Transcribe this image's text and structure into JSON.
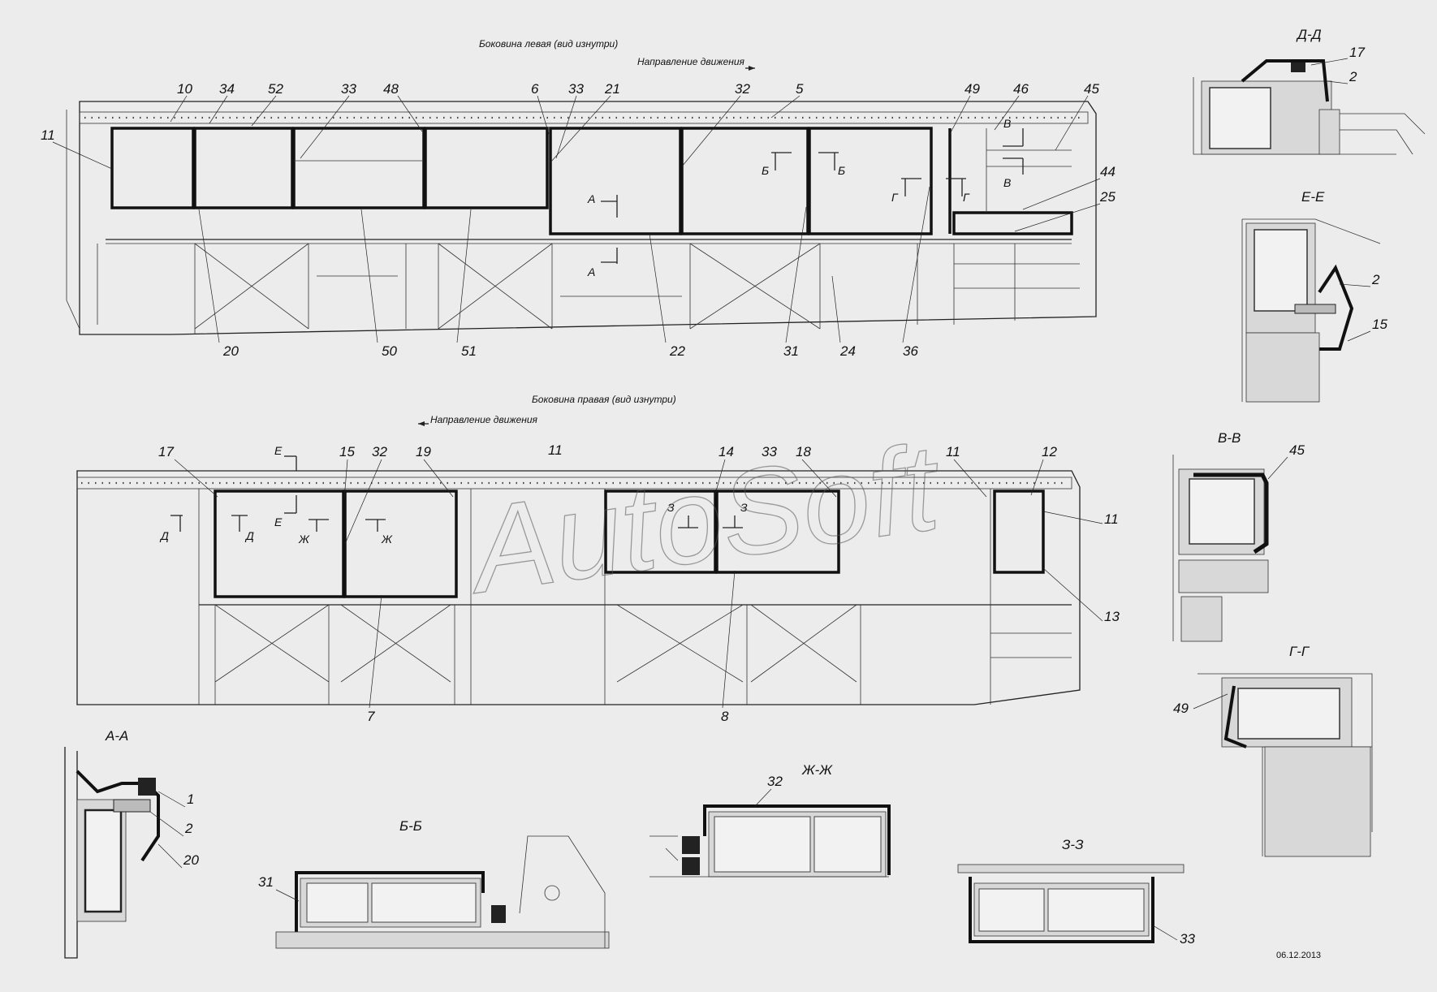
{
  "views": {
    "left_title": "Боковина левая (вид изнутри)",
    "right_title": "Боковина правая (вид изнутри)",
    "direction_label": "Направление движения"
  },
  "watermark": "AutoSoft",
  "date": "06.12.2013",
  "left_view_callouts": [
    "10",
    "34",
    "52",
    "33",
    "48",
    "6",
    "33",
    "21",
    "32",
    "5",
    "49",
    "46",
    "45",
    "11",
    "44",
    "25",
    "20",
    "50",
    "51",
    "22",
    "31",
    "24",
    "36"
  ],
  "right_view_callouts": [
    "17",
    "15",
    "32",
    "19",
    "11",
    "14",
    "33",
    "18",
    "11",
    "12",
    "11",
    "13",
    "7",
    "8"
  ],
  "section_marks": [
    "А",
    "А",
    "Б",
    "Б",
    "Г",
    "Г",
    "В",
    "В",
    "Д",
    "Д",
    "Е",
    "Е",
    "Ж",
    "Ж",
    "З",
    "З"
  ],
  "sections": [
    {
      "title": "А-А",
      "callouts": [
        "1",
        "2",
        "20"
      ]
    },
    {
      "title": "Б-Б",
      "callouts": [
        "31"
      ]
    },
    {
      "title": "Ж-Ж",
      "callouts": [
        "32"
      ]
    },
    {
      "title": "З-З",
      "callouts": [
        "33"
      ]
    },
    {
      "title": "Д-Д",
      "callouts": [
        "17",
        "2"
      ]
    },
    {
      "title": "Е-Е",
      "callouts": [
        "2",
        "15"
      ]
    },
    {
      "title": "В-В",
      "callouts": [
        "45"
      ]
    },
    {
      "title": "Г-Г",
      "callouts": [
        "49"
      ]
    }
  ]
}
